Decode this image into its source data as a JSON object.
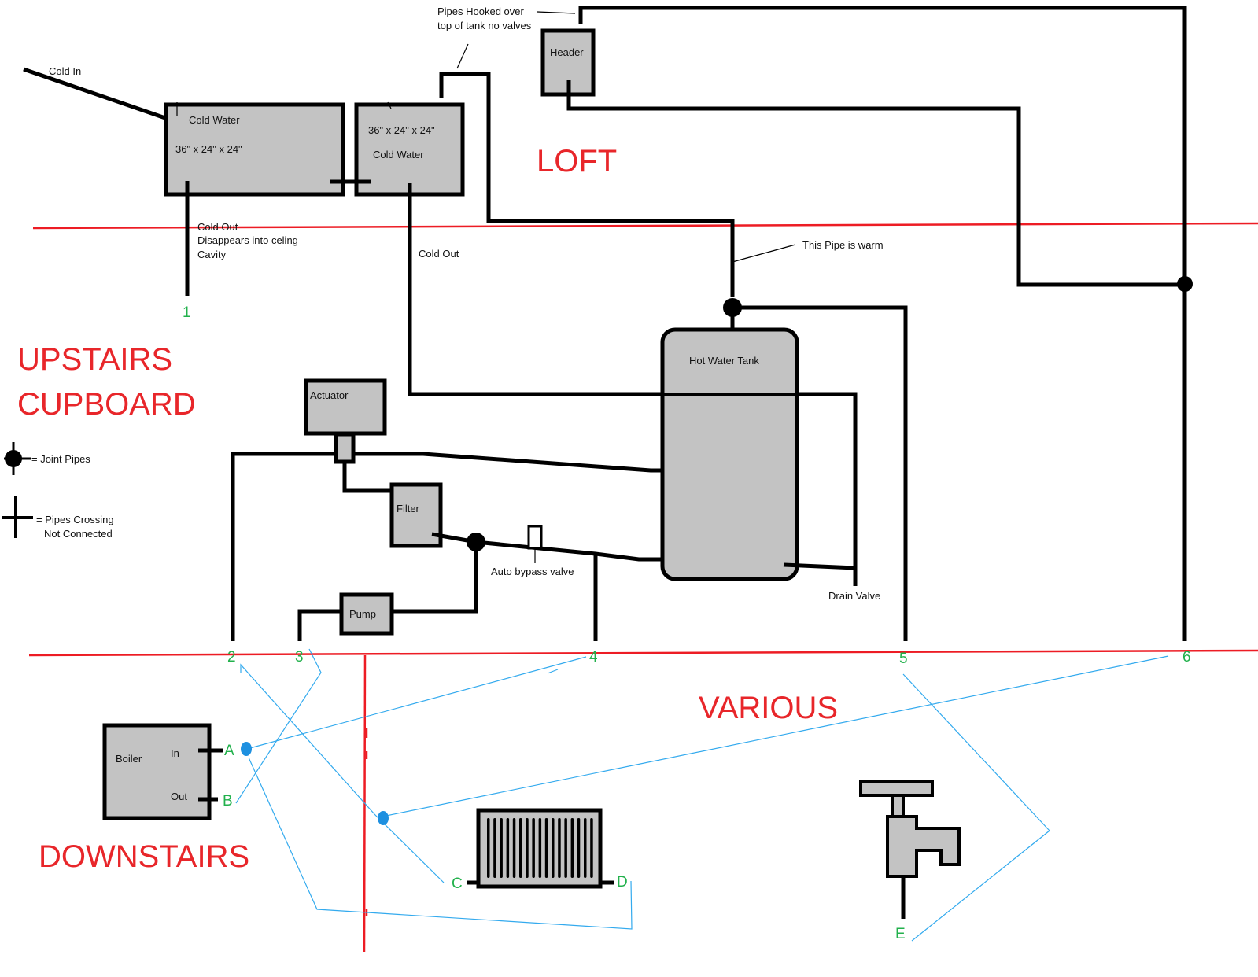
{
  "zones": {
    "loft": "LOFT",
    "upstairs_line1": "UPSTAIRS",
    "upstairs_line2": "CUPBOARD",
    "various": "VARIOUS",
    "downstairs": "DOWNSTAIRS"
  },
  "labels": {
    "cold_in": "Cold In",
    "tank1_title": "Cold Water",
    "tank1_size": "36\" x 24\" x 24\"",
    "tank2_size": "36\" x 24\" x 24\"",
    "tank2_title": "Cold Water",
    "pipes_hooked_1": "Pipes Hooked over",
    "pipes_hooked_2": "top of tank no valves",
    "header": "Header",
    "cold_out_1a": "Cold Out",
    "cold_out_1b": "Disappears into celing",
    "cold_out_1c": "Cavity",
    "cold_out_2": "Cold Out",
    "warm_pipe": "This Pipe is warm",
    "hot_water_tank": "Hot Water Tank",
    "actuator": "Actuator",
    "filter": "Filter",
    "pump": "Pump",
    "auto_bypass": "Auto bypass valve",
    "drain_valve": "Drain Valve",
    "boiler": "Boiler",
    "boiler_in": "In",
    "boiler_out": "Out"
  },
  "legend": {
    "joint": "= Joint Pipes",
    "crossing_1": "= Pipes Crossing",
    "crossing_2": "Not Connected"
  },
  "points": {
    "p1": "1",
    "p2": "2",
    "p3": "3",
    "p4": "4",
    "p5": "5",
    "p6": "6",
    "a": "A",
    "b": "B",
    "c": "C",
    "d": "D",
    "e": "E"
  }
}
